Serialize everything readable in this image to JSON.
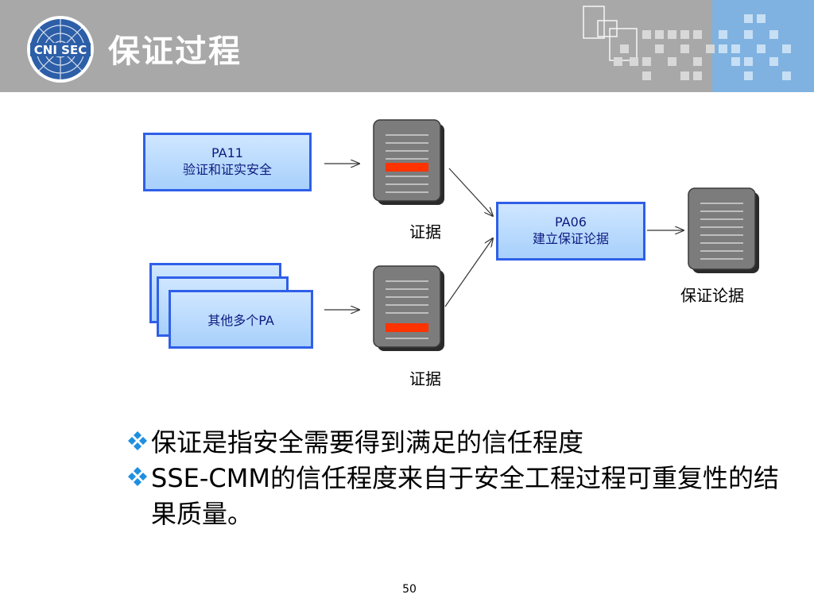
{
  "header": {
    "title": "保证过程",
    "logo_text": "CNI SEC"
  },
  "diagram": {
    "box_pa11": {
      "line1": "PA11",
      "line2": "验证和证实安全"
    },
    "box_other": {
      "label": "其他多个PA"
    },
    "box_pa06": {
      "line1": "PA06",
      "line2": "建立保证论据"
    },
    "evidence_top_label": "证据",
    "evidence_bottom_label": "证据",
    "output_label": "保证论据"
  },
  "bullets": [
    "保证是指安全需要得到满足的信任程度",
    "SSE-CMM的信任程度来自于安全工程过程可重复性的结果质量。"
  ],
  "page_number": "50",
  "colors": {
    "box_border": "#2f5fe8",
    "box_fill": "#bcdcff",
    "header_gray": "#a8a8a8",
    "header_blue": "#7fb2e0",
    "highlight_red": "#ff3300",
    "bullet_blue": "#1f8fe0"
  }
}
